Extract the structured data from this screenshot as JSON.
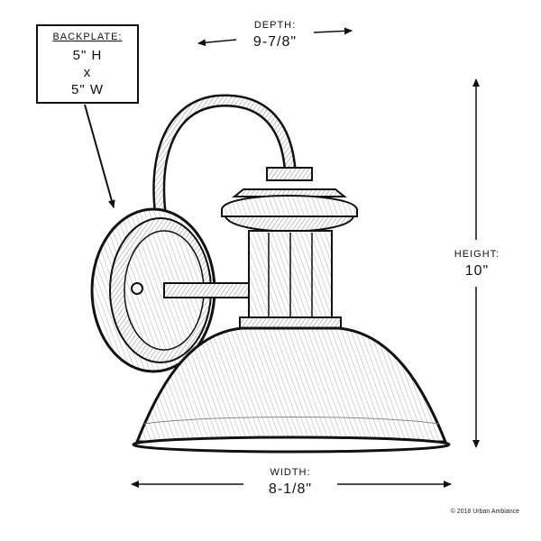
{
  "backplate": {
    "label": "BACKPLATE:",
    "height": "5\" H",
    "times": "x",
    "width": "5\" W"
  },
  "depth": {
    "label": "DEPTH:",
    "value": "9-7/8\""
  },
  "height": {
    "label": "HEIGHT:",
    "value": "10\""
  },
  "width": {
    "label": "WIDTH:",
    "value": "8-1/8\""
  },
  "copyright": "© 2018 Urban Ambiance"
}
